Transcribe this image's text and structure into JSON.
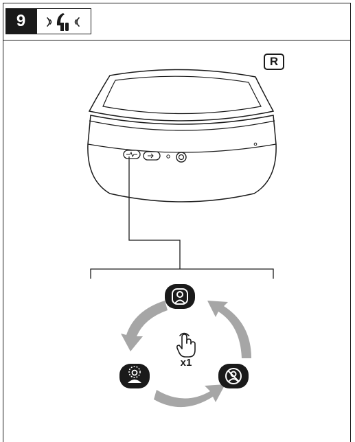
{
  "header": {
    "step_number": "9"
  },
  "earcup": {
    "side_label": "R"
  },
  "cycle": {
    "tap_count_label": "x1"
  },
  "colors": {
    "ink": "#1a1a1a",
    "arrow_gray": "#a6a6a6",
    "paper": "#ffffff"
  },
  "icons": {
    "header": "headphone-with-sound-waves-icon",
    "mode_top": "person-icon",
    "mode_left": "person-with-dotted-halo-icon",
    "mode_right": "person-crossed-out-icon",
    "tap": "hand-tap-icon"
  }
}
